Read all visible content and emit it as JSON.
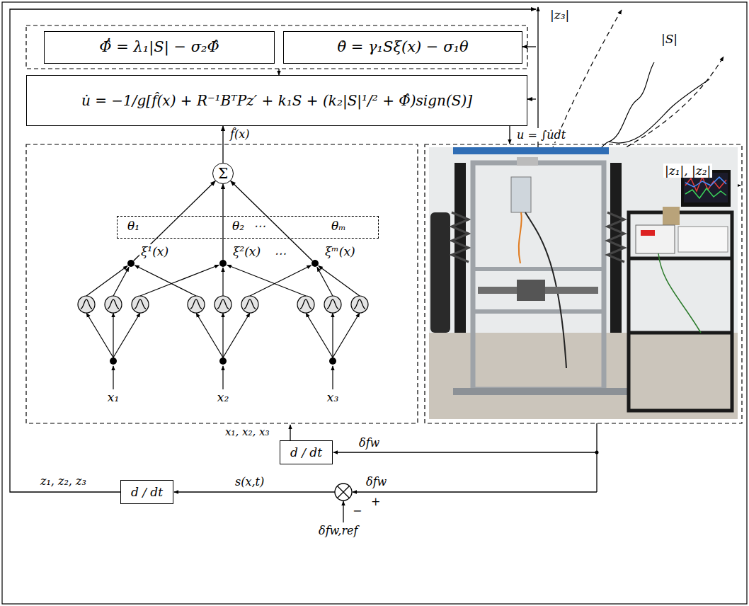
{
  "diagram": {
    "nodes": [
      {
        "text": [
          "Φ̂̇ = λ₁|S| − σ₂Φ̂"
        ]
      },
      {
        "text": [
          "θ̇ = γ₁Sξ(x) − σ₁θ"
        ]
      },
      {
        "text": [
          "|z₃|",
          "|S|",
          "|z₁|, |z₂|"
        ]
      },
      {
        "text": [
          "u̇ = −1/g[f̂(x) + R⁻¹BᵀPz′ + k₁S + (k₂|S|¹/² + Φ̂)sign(S)]"
        ]
      },
      {
        "text": [
          "Σ"
        ]
      },
      {
        "text": [
          "θ₁",
          "θ₂",
          "⋯",
          "θₘ"
        ]
      },
      {
        "text": [
          "ξ¹(x)"
        ]
      },
      {
        "text": [
          "ξ²(x)"
        ]
      },
      {
        "text": [
          "ξᵐ(x)"
        ]
      },
      {
        "text": [
          "x₁"
        ]
      },
      {
        "text": [
          "x₂"
        ]
      },
      {
        "text": [
          "x₃"
        ]
      },
      {
        "text": [
          "d / dt"
        ]
      },
      {
        "text": [
          "d / dt"
        ]
      }
    ],
    "edges": [
      {
        "from": 6,
        "to": 4,
        "arrow": "to"
      },
      {
        "from": 7,
        "to": 4,
        "arrow": "to"
      },
      {
        "from": 8,
        "to": 4,
        "arrow": "to"
      },
      {
        "from": 4,
        "to": 3,
        "arrow": "to",
        "label": "f̂(x)"
      },
      {
        "from": 2,
        "to": 1,
        "arrow": "to"
      },
      {
        "from": 2,
        "to": 3,
        "arrow": "to"
      },
      {
        "from": 13,
        "to": 2,
        "arrow": "to",
        "label": "z₁, z₂, z₃"
      }
    ],
    "labels": [
      "u = ∫u̇dt",
      "x₁, x₂, x₃",
      "⋯",
      "δfw",
      "δfw",
      "+",
      "s(x,t)",
      "δfw,ref",
      "−"
    ]
  }
}
